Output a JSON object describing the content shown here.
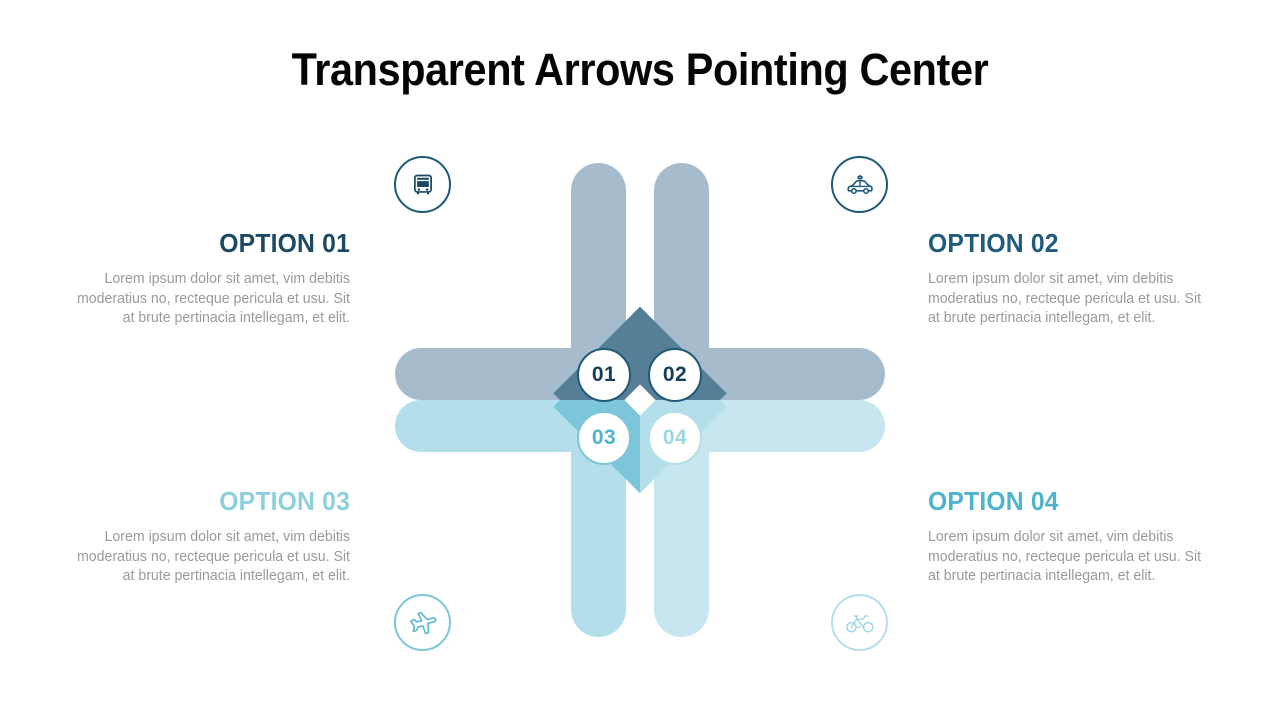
{
  "page": {
    "title": "Transparent Arrows Pointing Center",
    "background": "#ffffff",
    "title_color": "#050505",
    "body_text_color": "#9a9a9a"
  },
  "palette": {
    "navy_dark": "#1e5a78",
    "diagonal_dark": "#567f97",
    "bar_slate": "#a6bccd",
    "teal_medium": "#7cc6d9",
    "teal_pale": "#b3dfea",
    "teal_lighter": "#c8e6ef",
    "circle_border": "#1e5a78"
  },
  "options": [
    {
      "number": "01",
      "title": "OPTION 01",
      "title_color": "#1b4864",
      "body": "Lorem ipsum dolor sit amet, vim debitis moderatius no, recteque pericula et usu. Sit at brute pertinacia intellegam, et elit.",
      "icon": "bus-icon",
      "icon_color": "#1b4864",
      "number_color": "#143d57",
      "circle_border": "#1e5a78",
      "bar_color": "#a6bccd",
      "diagonal_color": "#567f97",
      "align": "right"
    },
    {
      "number": "02",
      "title": "OPTION 02",
      "title_color": "#1e5b7c",
      "body": "Lorem ipsum dolor sit amet, vim debitis moderatius no, recteque pericula et usu. Sit at brute pertinacia intellegam, et elit.",
      "icon": "taxi-icon",
      "icon_color": "#1e5b7c",
      "number_color": "#143d57",
      "circle_border": "#1e5a78",
      "bar_color": "#a6bccd",
      "diagonal_color": "#567f97",
      "align": "left"
    },
    {
      "number": "03",
      "title": "OPTION 03",
      "title_color": "#8dd0dd",
      "body": "Lorem ipsum dolor sit amet, vim debitis moderatius no, recteque pericula et usu. Sit at brute pertinacia intellegam, et elit.",
      "icon": "airplane-icon",
      "icon_color": "#5cb9ce",
      "number_color": "#4eb3cd",
      "circle_border": "#7cc6d9",
      "bar_color": "#b3dfea",
      "diagonal_color": "#7cc6d9",
      "align": "right"
    },
    {
      "number": "04",
      "title": "OPTION 04",
      "title_color": "#4eb3cd",
      "body": "Lorem ipsum dolor sit amet, vim debitis moderatius no, recteque pericula et usu. Sit at brute pertinacia intellegam, et elit.",
      "icon": "bicycle-icon",
      "icon_color": "#9ad6e4",
      "number_color": "#9ad6e4",
      "circle_border": "#b3dfea",
      "bar_color": "#c8e6ef",
      "diagonal_color": "#b3dfea",
      "align": "left"
    }
  ]
}
